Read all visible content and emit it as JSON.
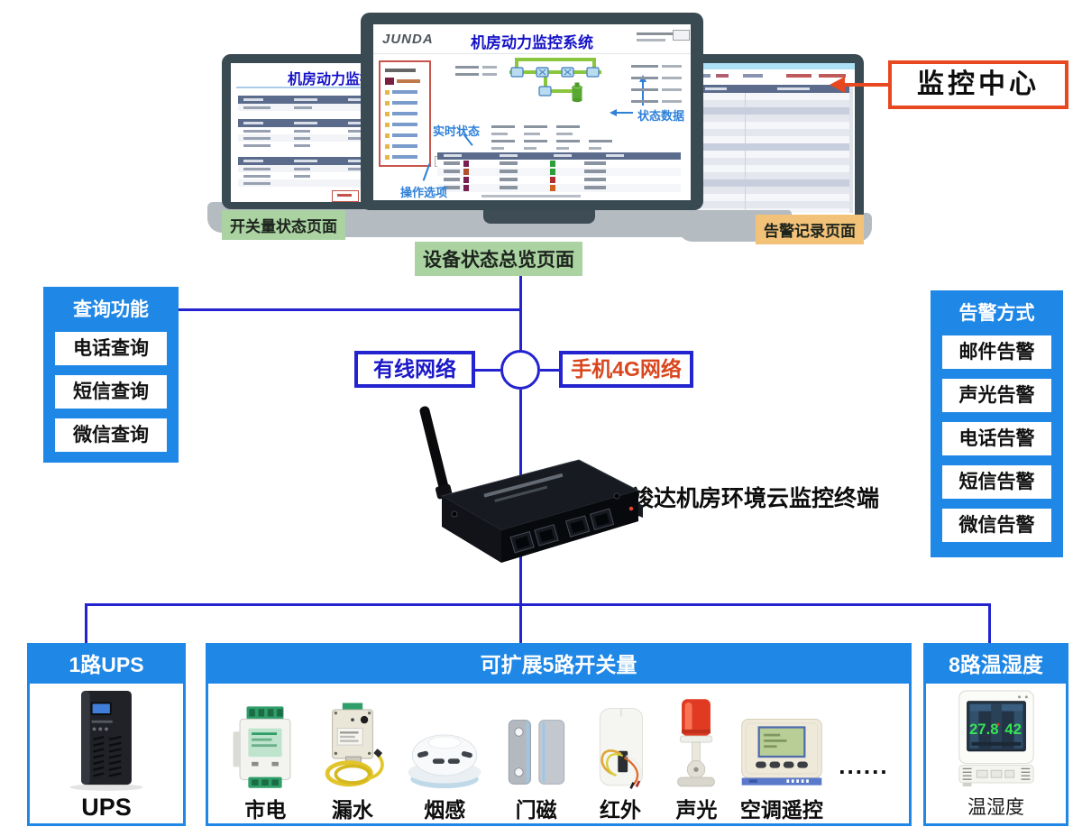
{
  "colors": {
    "accent_blue": "#1f87e6",
    "line_blue": "#2323cf",
    "alert_orange": "#e8481f",
    "green_label_bg": "#abd3a2",
    "orange_label_bg": "#f3c279"
  },
  "screens": {
    "left": {
      "title": "机房动力监控系统",
      "caption": "开关量状态页面"
    },
    "center": {
      "logo": "JUNDA",
      "title": "机房动力监控系统",
      "caption": "设备状态总览页面",
      "annotations": {
        "operation": "操作选项",
        "realtime": "实时状态",
        "status": "状态数据"
      }
    },
    "right": {
      "caption": "告警记录页面"
    }
  },
  "monitoring_center": {
    "label": "监控中心"
  },
  "query_panel": {
    "title": "查询功能",
    "items": [
      "电话查询",
      "短信查询",
      "微信查询"
    ]
  },
  "alarm_panel": {
    "title": "告警方式",
    "items": [
      "邮件告警",
      "声光告警",
      "电话告警",
      "短信告警",
      "微信告警"
    ]
  },
  "network": {
    "wired": "有线网络",
    "mobile": "手机4G网络"
  },
  "terminal": {
    "name": "竣达机房环境云监控终端"
  },
  "groups": {
    "ups": {
      "title": "1路UPS",
      "device": "UPS"
    },
    "switches": {
      "title": "可扩展5路开关量",
      "ellipsis": "......",
      "devices": [
        "市电",
        "漏水",
        "烟感",
        "门磁",
        "红外",
        "声光",
        "空调遥控"
      ]
    },
    "temp": {
      "title": "8路温湿度",
      "device": "温湿度",
      "display": {
        "temperature": "27.8",
        "humidity": "42"
      }
    }
  }
}
